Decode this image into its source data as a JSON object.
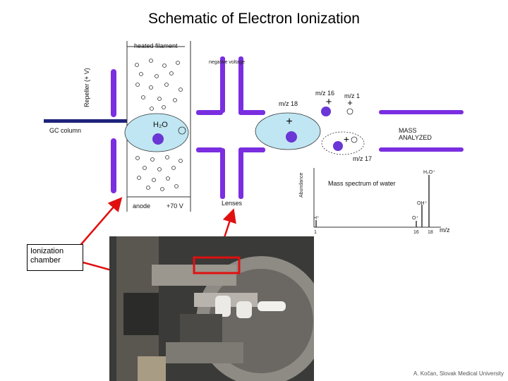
{
  "title": "Schematic of Electron Ionization",
  "labels": {
    "heated_filament": "heated filament",
    "repeller": "Repeller (+ V)",
    "gc_column": "GC column",
    "h2o": "H₂O",
    "anode": "anode",
    "anode_voltage": "+70 V",
    "negative_voltage": "negative voltage",
    "lenses": "Lenses",
    "mz16": "m/z 16",
    "mz1": "m/z 1",
    "mz18": "m/z 18",
    "mz17": "m/z 17",
    "mass_analyzed": "MASS ANALYZED",
    "ionization_chamber": "Ionization chamber"
  },
  "spectrum": {
    "title": "Mass spectrum of water",
    "ylabel": "Abundance",
    "xlabel": "m/z",
    "tick_labels": [
      "1",
      "16",
      "18"
    ],
    "peak_labels": [
      "H₂O⁺",
      "OH⁺",
      "O⁺",
      "H⁺"
    ]
  },
  "credit": "A. Kočan, Slovak Medical University",
  "colors": {
    "lens": "#7a2ee0",
    "column": "#1e237a",
    "cloud": "#bfe6f2",
    "ion": "#6a36d6",
    "arrow": "#e01010"
  },
  "icons": {
    "plus": "plus-icon",
    "ion": "ion-dot-icon"
  }
}
